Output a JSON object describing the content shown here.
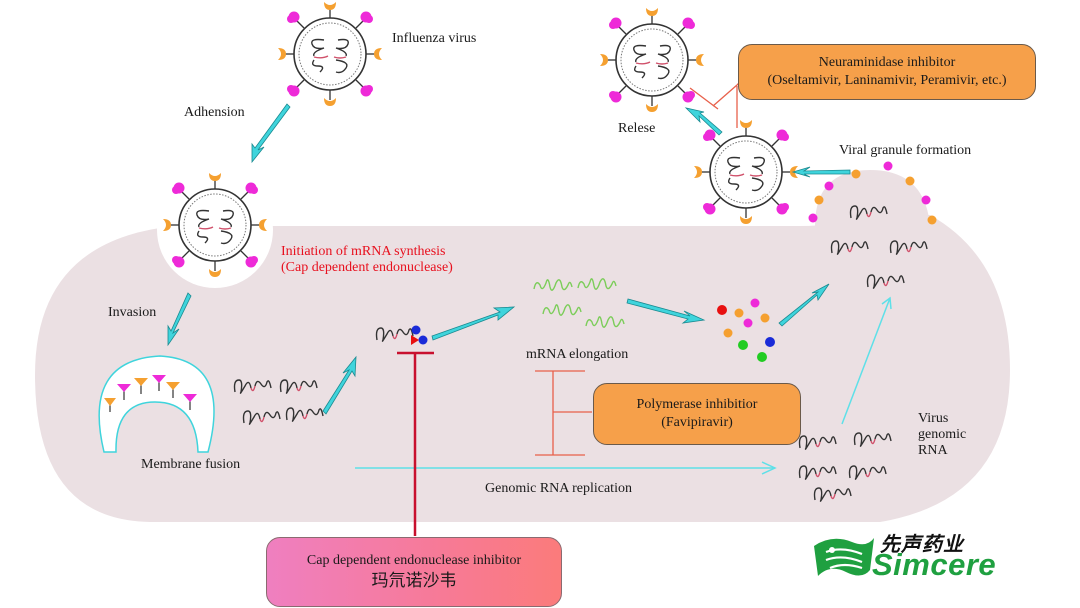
{
  "title": "Influenza virus life cycle and antiviral drug targets",
  "labels": {
    "influenza_virus": "Influenza virus",
    "adhesion": "Adhension",
    "invasion": "Invasion",
    "membrane_fusion": "Membrane fusion",
    "initiation_line1": "Initiation of mRNA synthesis",
    "initiation_line2": "(Cap dependent endonuclease)",
    "mrna_elongation": "mRNA elongation",
    "genomic_rna_replication": "Genomic RNA replication",
    "virus_genomic_rna_line1": "Virus",
    "virus_genomic_rna_line2": "genomic",
    "virus_genomic_rna_line3": "RNA",
    "viral_granule_formation": "Viral granule formation",
    "release": "Relese"
  },
  "inhibitors": {
    "neuraminidase": {
      "title": "Neuraminidase inhibitor",
      "drugs": "(Oseltamivir, Laninamivir, Peramivir, etc.)"
    },
    "polymerase": {
      "title": "Polymerase inhibitior",
      "drugs": "(Favipiravir)"
    },
    "cap_endonuclease": {
      "title": "Cap dependent endonuclease inhibitor",
      "drugs": "玛氘诺沙韦"
    }
  },
  "logo": {
    "chinese": "先声药业",
    "english": "Simcere"
  },
  "colors": {
    "cell": "#ebe0e3",
    "arrow": "#3fd4dc",
    "inhibit_line": "#e8604a",
    "cap_inhibit_line": "#c8102e",
    "orange_box": "#f6a04a",
    "spike_orange": "#f5a030",
    "spike_magenta": "#ee2ad8",
    "label_red": "#e8101e",
    "mrna_green": "#7ccd5a",
    "logo_green": "#1fa040"
  }
}
